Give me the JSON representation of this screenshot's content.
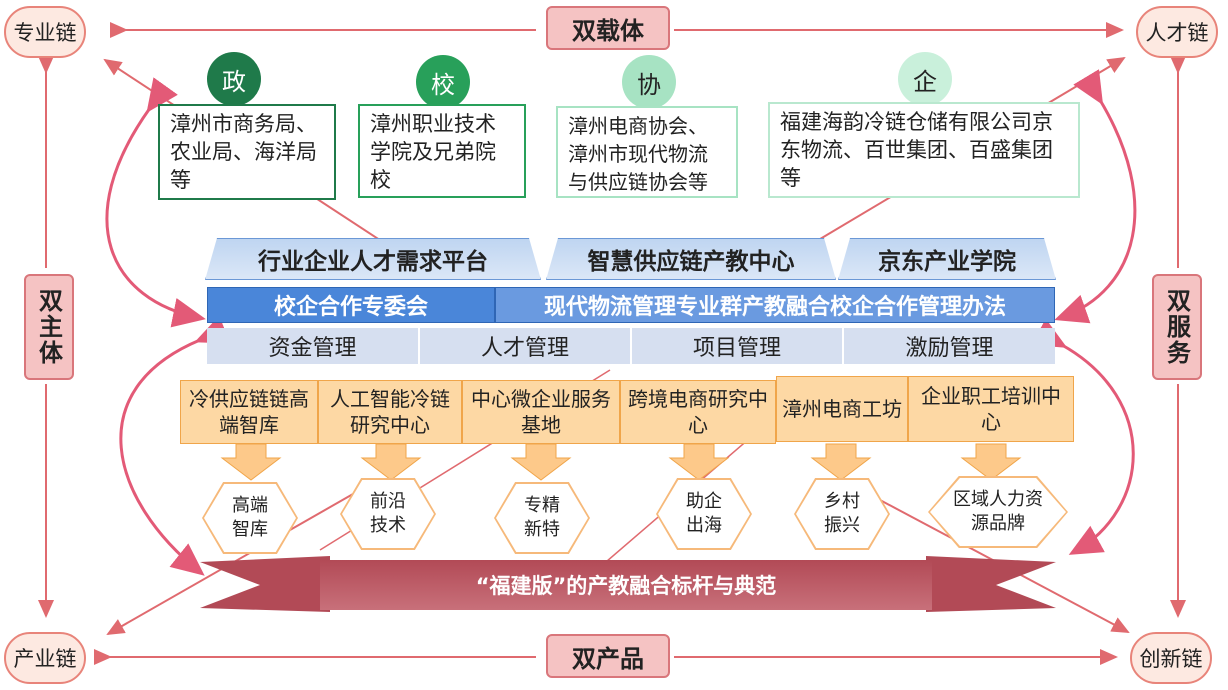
{
  "corners": {
    "top_left": "专业链",
    "top_right": "人才链",
    "bottom_left": "产业链",
    "bottom_right": "创新链"
  },
  "dual": {
    "top": "双载体",
    "bottom": "双产品",
    "left": "双主体",
    "right": "双服务"
  },
  "stakeholders": [
    {
      "badge": "政",
      "text": "漳州市商务局、农业局、海洋局等",
      "color": "#1f7a4a"
    },
    {
      "badge": "校",
      "text": "漳州职业技术学院及兄弟院校",
      "color": "#28a05a"
    },
    {
      "badge": "协",
      "text": "漳州电商协会、漳州市现代物流与供应链协会等",
      "color": "#a7e3c3"
    },
    {
      "badge": "企",
      "text": "福建海韵冷链仓储有限公司京东物流、百世集团、百盛集团等",
      "color": "#c9f0db"
    }
  ],
  "platforms": [
    "行业企业人才需求平台",
    "智慧供应链产教中心",
    "京东产业学院"
  ],
  "committee": "校企合作专委会",
  "policy": "现代物流管理专业群产教融合校企合作管理办法",
  "management": [
    "资金管理",
    "人才管理",
    "项目管理",
    "激励管理"
  ],
  "centers": [
    "冷供应链链高端智库",
    "人工智能冷链研究中心",
    "中心微企业服务基地",
    "跨境电商研究中心",
    "漳州电商工坊",
    "企业职工培训中心"
  ],
  "outcomes": [
    "高端智库",
    "前沿技术",
    "专精新特",
    "助企出海",
    "乡村振兴",
    "区域人力资源品牌"
  ],
  "banner": "“福建版”的产教融合标杆与典范"
}
